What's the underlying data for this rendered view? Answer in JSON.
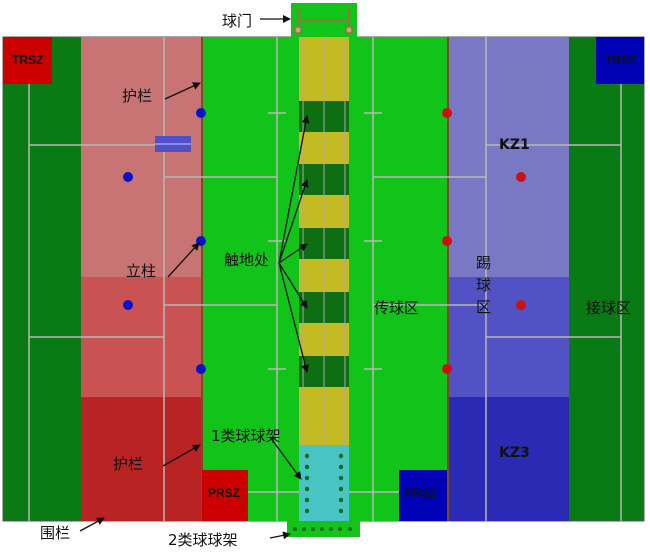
{
  "labels": {
    "goal": "球门",
    "guardrail_top": "护栏",
    "post": "立柱",
    "touch": "触地处",
    "pass_zone": "传球区",
    "kick_zone_1": "踢",
    "kick_zone_2": "球",
    "kick_zone_3": "区",
    "receive_zone": "接球区",
    "rack1": "1类球球架",
    "guardrail_bottom": "护栏",
    "fence": "围栏",
    "rack2": "2类球球架",
    "kz1": "KZ1",
    "kz3": "KZ3",
    "trsz_left": "TRSZ",
    "trsz_right": "TRSZ",
    "prsz_left": "PRSZ",
    "prsz_right": "PRSZ"
  },
  "colors": {
    "outer_green": "#0a7a14",
    "field_green": "#12c41a",
    "olive": "#c4ba22",
    "dark_strip_green": "#0e6e12",
    "cyan": "#48c4c4",
    "pink_top": "#c87474",
    "pink_mid": "#c95252",
    "red_bottom": "#b82424",
    "lav_top": "#7878c4",
    "lav_mid": "#5252c4",
    "blue_bottom": "#2a2ab4",
    "red_box": "#cc0000",
    "blue_box": "#0000b4",
    "dot_blue": "#0a12c8",
    "dot_red": "#cc1111"
  }
}
